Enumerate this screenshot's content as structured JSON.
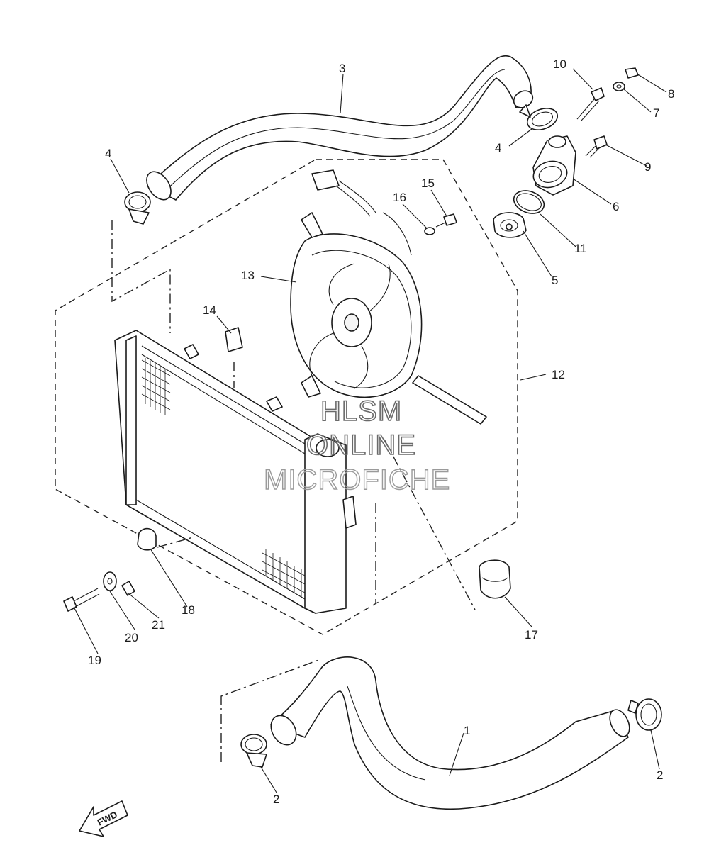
{
  "diagram": {
    "watermark": {
      "line1": "HLSM",
      "line2": "ONLINE",
      "line3": "MICROFICHE"
    },
    "direction_label": "FWD",
    "callouts": {
      "c1": "1",
      "c2a": "2",
      "c2b": "2",
      "c3": "3",
      "c4a": "4",
      "c4b": "4",
      "c5": "5",
      "c6": "6",
      "c7": "7",
      "c8": "8",
      "c9": "9",
      "c10": "10",
      "c11": "11",
      "c12": "12",
      "c13": "13",
      "c14": "14",
      "c15": "15",
      "c16": "16",
      "c17": "17",
      "c18": "18",
      "c19": "19",
      "c20": "20",
      "c21": "21"
    }
  }
}
